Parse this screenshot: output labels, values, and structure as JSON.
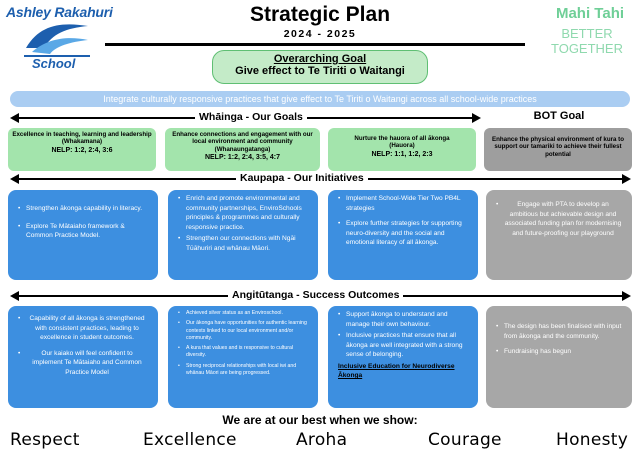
{
  "header": {
    "school_name_line1": "Ashley Rakahuri",
    "school_name_line2": "School",
    "title": "Strategic Plan",
    "years": "2024 - 2025",
    "motto_line1": "Mahi Tahi",
    "motto_line2": "BETTER TOGETHER",
    "colors": {
      "logo_blue": "#1d5fae",
      "motto_green": "#6fcf97"
    }
  },
  "overarching_goal": {
    "heading": "Overarching Goal",
    "text": "Give effect to Te Tiriti o Waitangi"
  },
  "integrate_banner": "Integrate culturally responsive practices that give effect to Te Tiriti o Waitangi across all school-wide practices",
  "sections": {
    "goals": "Whāinga - Our Goals",
    "bot_goal": "BOT Goal",
    "initiatives": "Kaupapa - Our Initiatives",
    "outcomes": "Angitūtanga - Success Outcomes"
  },
  "goals": [
    {
      "title": "Excellence in teaching, learning and leadership",
      "maori": "(Whakamana)",
      "nelp": "NELP: 1:2, 2:4, 3:6"
    },
    {
      "title": "Enhance connections and engagement with our local environment and community",
      "maori": "(Whanaungatanga)",
      "nelp": "NELP: 1:2, 2:4, 3:5, 4:7"
    },
    {
      "title": "Nurture the hauora of all ākonga",
      "maori": "(Hauora)",
      "nelp": "NELP: 1:1, 1:2, 2:3"
    },
    {
      "title": "Enhance the physical environment of kura to support our tamariki to achieve their fullest potential",
      "maori": "",
      "nelp": ""
    }
  ],
  "initiatives": [
    {
      "items": [
        "Strengthen ākonga capability in literacy.",
        "Explore Te Mātaiaho framework & Common Practice Model."
      ]
    },
    {
      "items": [
        "Enrich and promote environmental and community partnerships, EnviroSchools principles & programmes and culturally responsive practice.",
        "Strengthen our connections with Ngāi Tūāhuriri and whānau Māori."
      ]
    },
    {
      "items": [
        "Implement School-Wide Tier Two PB4L strategies",
        "Explore further strategies for supporting neuro-diversity and the social and emotional literacy of all ākonga."
      ]
    },
    {
      "items": [
        "Engage with PTA to develop an ambitious but achievable design and associated funding plan for modernising and future-proofing our playground"
      ]
    }
  ],
  "outcomes": [
    {
      "items": [
        "Capability of all ākonga is strengthened with consistent practices, leading to excellence in student outcomes.",
        "Our kaiako will feel confident to implement Te Mātaiaho and Common Practice Model"
      ]
    },
    {
      "items": [
        "Achieved silver status as an Enviroschool.",
        "Our ākonga have opportunities for authentic learning contexts linked to our local environment and/or community.",
        "A kura that values and is responsive to cultural diversity.",
        "Strong reciprocal relationships with local iwi and whānau Māori are being progressed."
      ]
    },
    {
      "items": [
        "Support ākonga to understand and manage their own behaviour.",
        "Inclusive practices that ensure that all ākonga are well integrated with a strong sense of belonging."
      ],
      "link": "Inclusive Education for Neurodiverse Ākonga"
    },
    {
      "items": [
        "The design has been finalised with input from ākonga and the community.",
        "Fundraising has begun"
      ]
    }
  ],
  "footer": {
    "heading": "We are at our best when we show:",
    "values": [
      "Respect",
      "Excellence",
      "Aroha",
      "Courage",
      "Honesty"
    ]
  }
}
